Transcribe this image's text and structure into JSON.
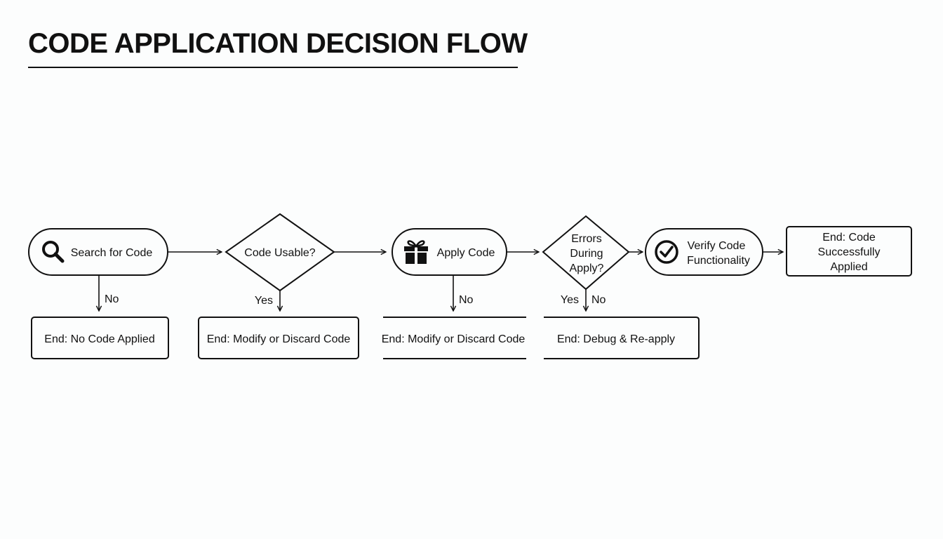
{
  "title": "CODE APPLICATION DECISION FLOW",
  "nodes": {
    "search": {
      "label": "Search for Code",
      "icon": "search-icon"
    },
    "usable": {
      "label": "Code Usable?"
    },
    "apply": {
      "label": "Apply Code",
      "icon": "gift-icon"
    },
    "errors": {
      "lines": [
        "Errors",
        "During",
        "Apply?"
      ]
    },
    "verify": {
      "lines": [
        "Verify Code",
        "Functionality"
      ],
      "icon": "check-circle-icon"
    },
    "success": {
      "lines": [
        "End: Code",
        "Successfully",
        "Applied"
      ]
    }
  },
  "ends": {
    "no_code": "End: No Code Applied",
    "modify_1": "End: Modify or Discard Code",
    "modify_2": "End: Modify or Discard Code",
    "debug": "End: Debug & Re-apply"
  },
  "edge_labels": {
    "search_no": "No",
    "usable_yes": "Yes",
    "apply_no": "No",
    "errors_yes": "Yes",
    "errors_no": "No"
  },
  "colors": {
    "stroke": "#111111",
    "background": "#fcfdfd"
  }
}
